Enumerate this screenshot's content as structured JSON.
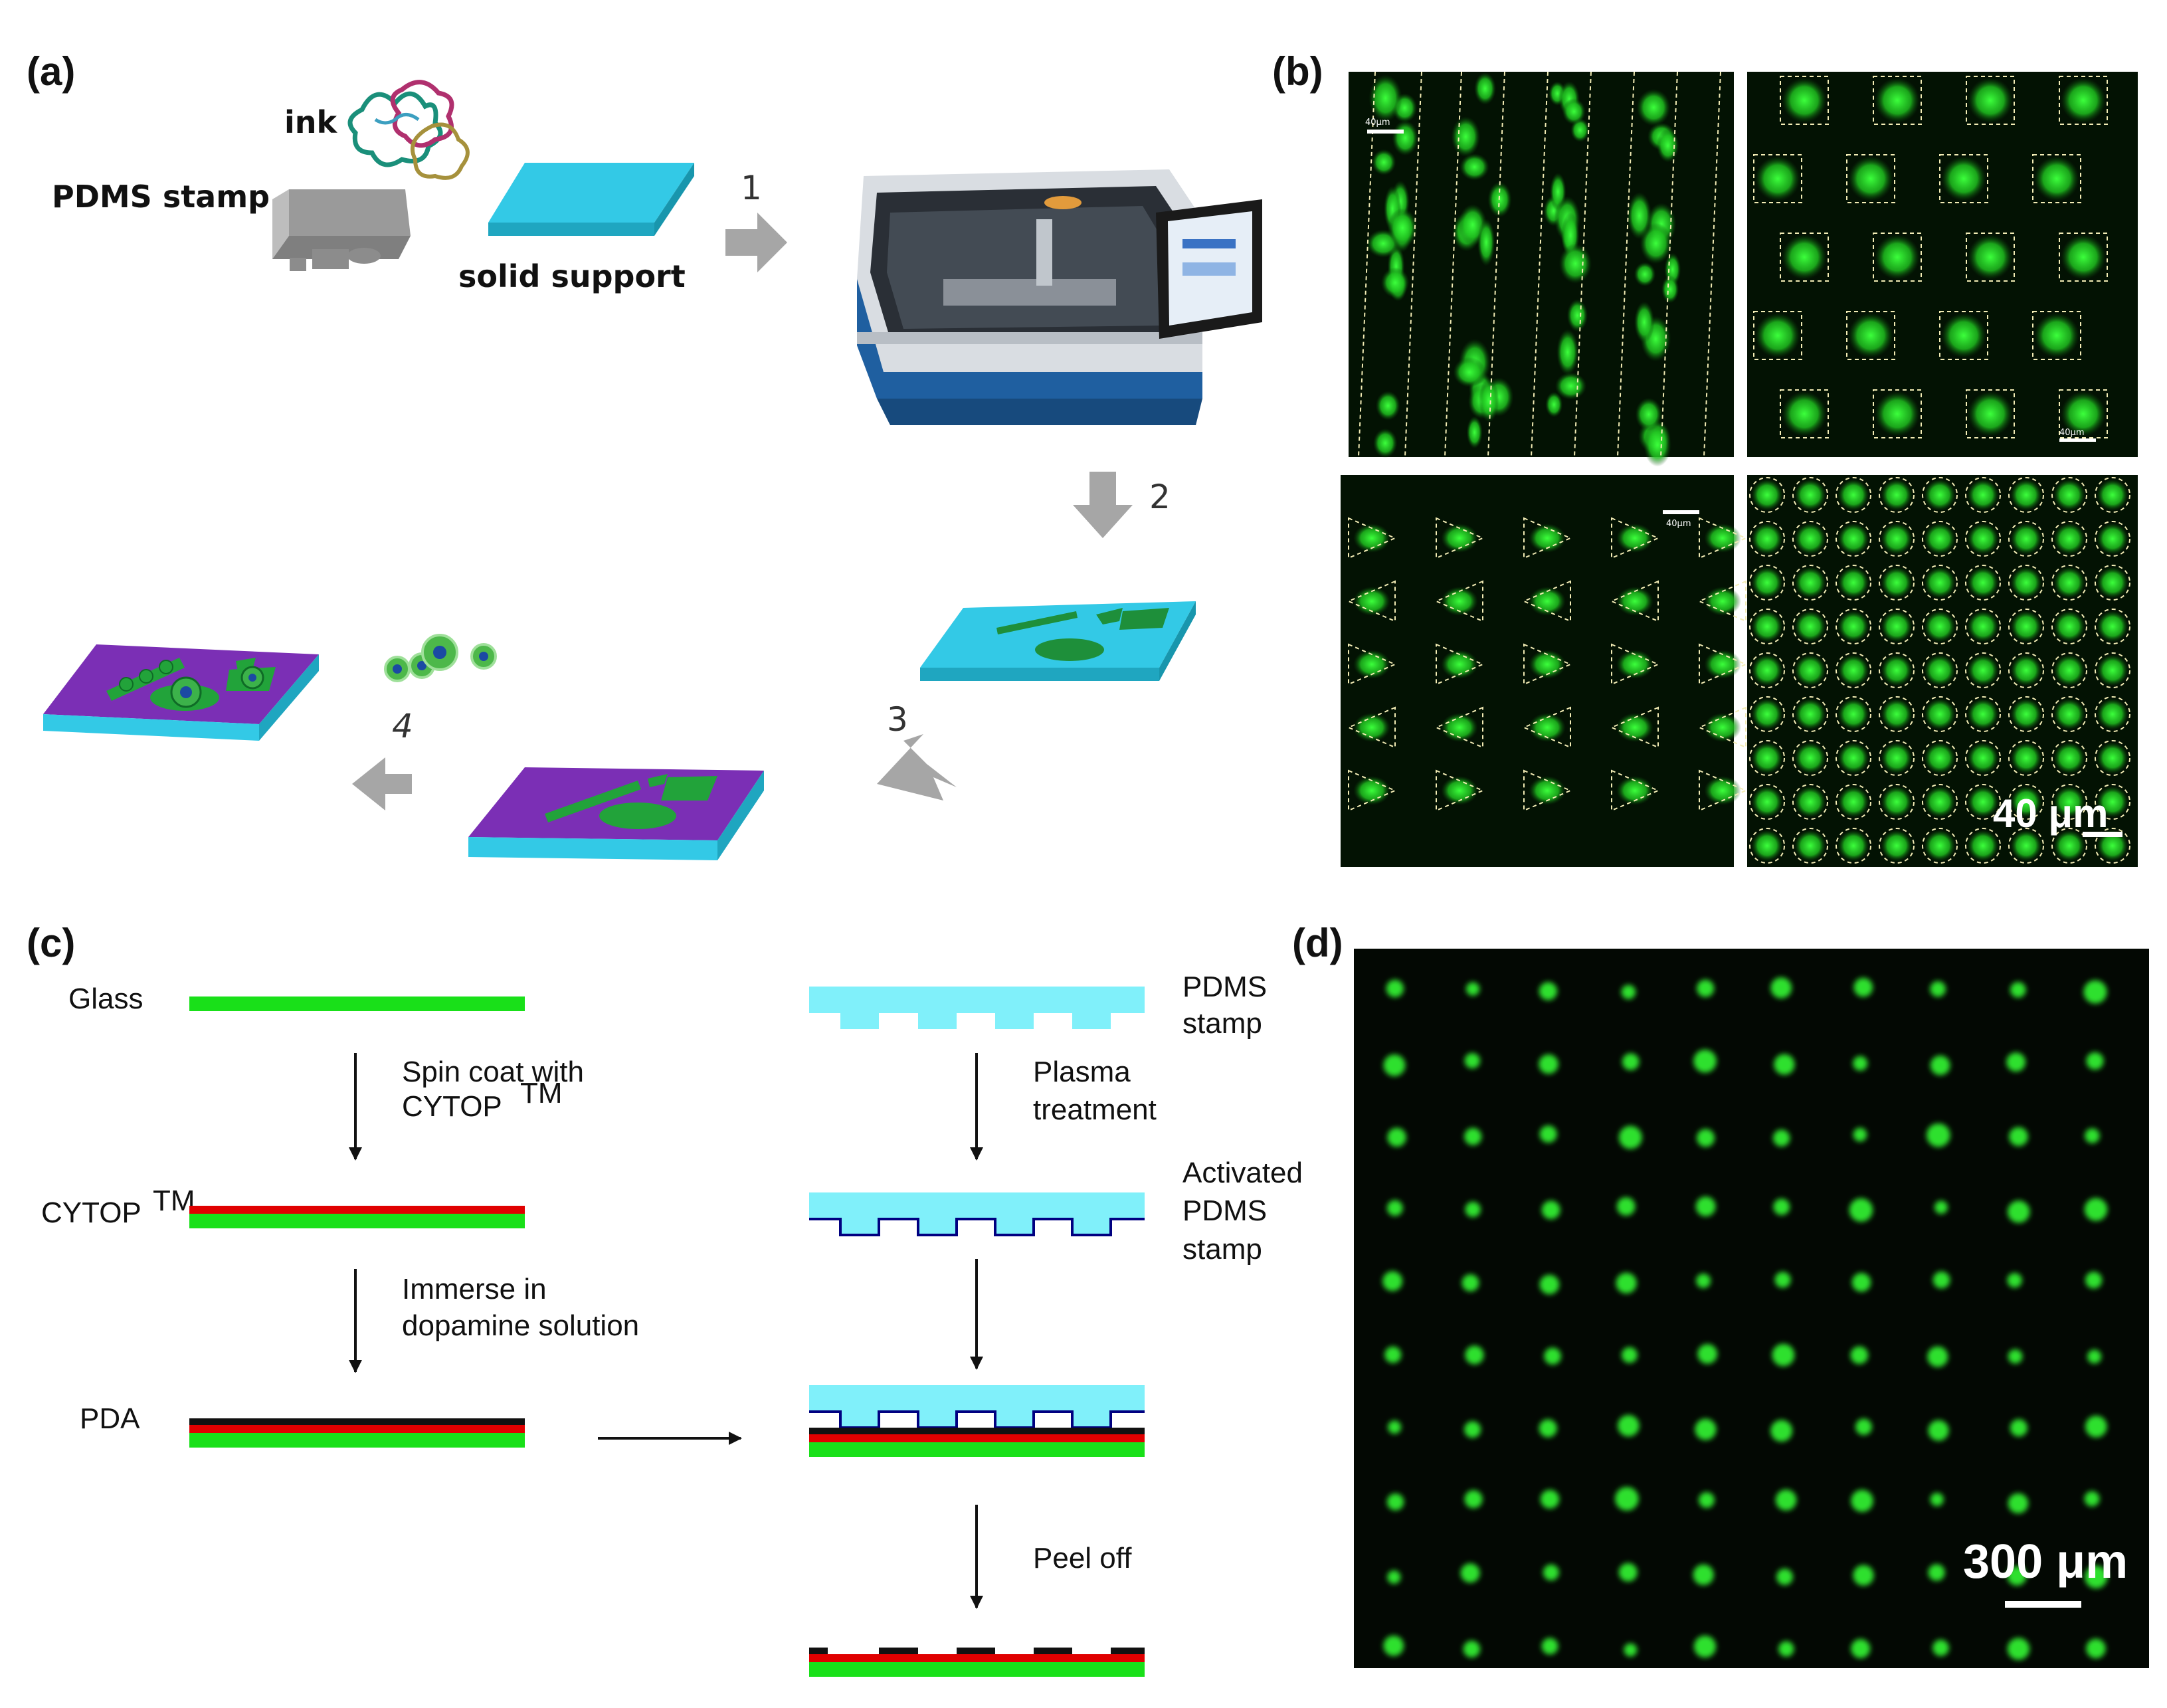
{
  "panels": {
    "a": {
      "label": "(a)",
      "ink_label": "ink",
      "stamp_label": "PDMS stamp",
      "support_label": "solid support",
      "steps": [
        "1",
        "2",
        "3",
        "4"
      ]
    },
    "b": {
      "label": "(b)",
      "small_scale_label": "40μm",
      "scale_label": "40 μm",
      "images": [
        "stripes",
        "squares",
        "triangles",
        "circles"
      ]
    },
    "c": {
      "label": "(c)",
      "left_column": {
        "layer_labels": [
          "Glass",
          "CYTOP",
          "PDA"
        ],
        "tm": "TM",
        "step1_line1": "Spin coat with",
        "step1_line2": "CYTOP",
        "step2_line1": "Immerse in",
        "step2_line2": "dopamine solution"
      },
      "right_column": {
        "stamp_line1": "PDMS",
        "stamp_line2": "stamp",
        "plasma_line1": "Plasma",
        "plasma_line2": "treatment",
        "activated_line1": "Activated",
        "activated_line2": "PDMS",
        "activated_line3": "stamp",
        "peel": "Peel off"
      }
    },
    "d": {
      "label": "(d)",
      "scale_label": "300 μm"
    }
  },
  "colors": {
    "glass": "#19e019",
    "cytop": "#e00000",
    "pda": "#111111",
    "pdms": "#80f0fa",
    "activated_edge": "#000080",
    "substrate_top": "#7b2fb5",
    "substrate_side": "#33c9e6",
    "fluorescence": "#22cc22",
    "arrow_gray": "#a6a6a6"
  }
}
